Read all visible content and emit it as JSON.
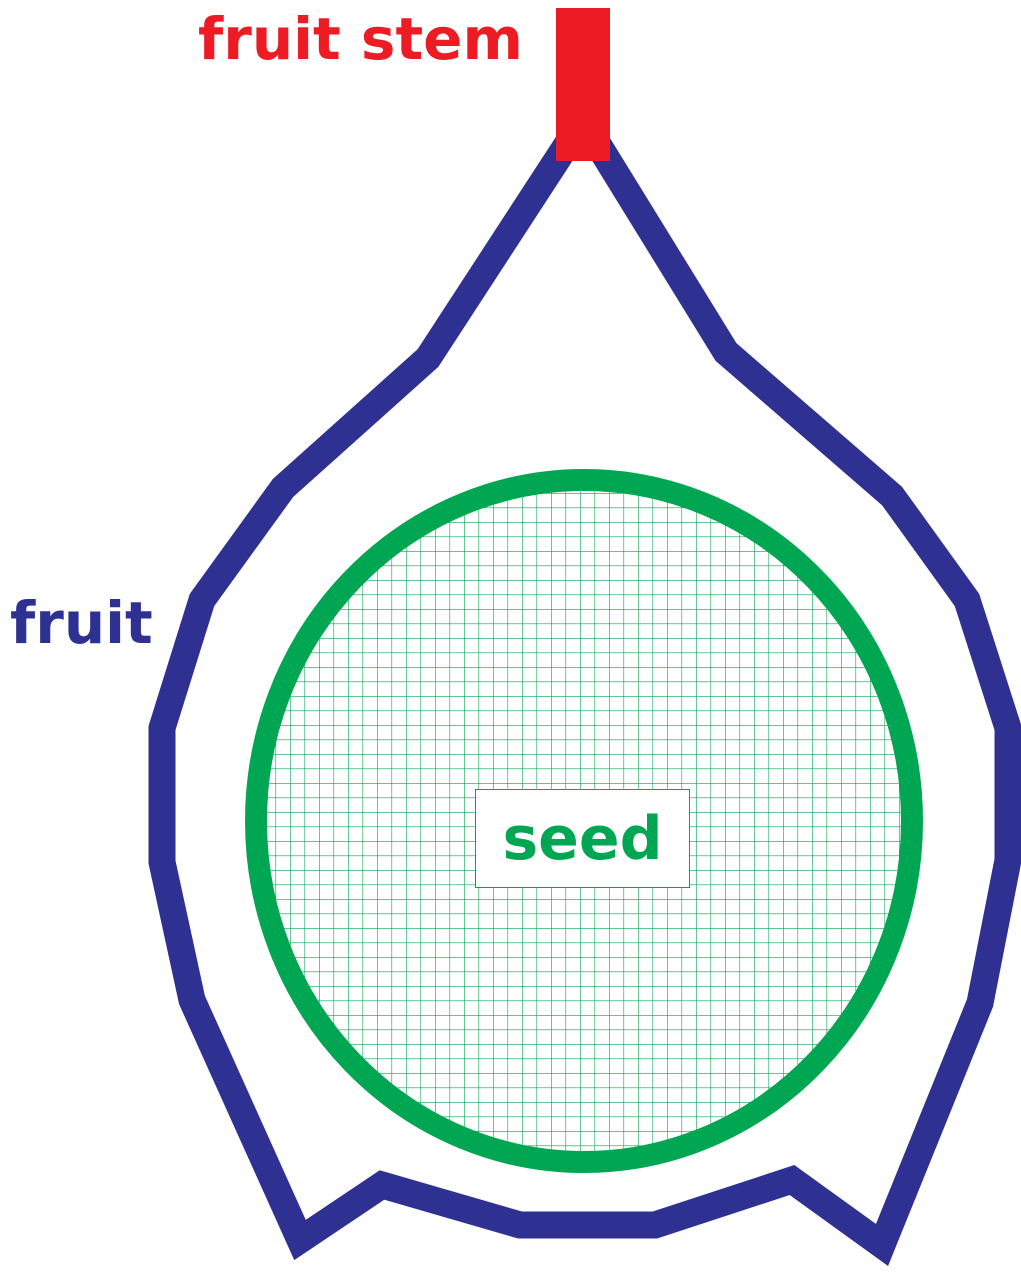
{
  "labels": {
    "stem": "fruit stem",
    "fruit": "fruit",
    "seed": "seed"
  },
  "colors": {
    "stem": "#ed1c24",
    "fruit": "#2e3192",
    "seed": "#00a651",
    "background": "#ffffff"
  }
}
